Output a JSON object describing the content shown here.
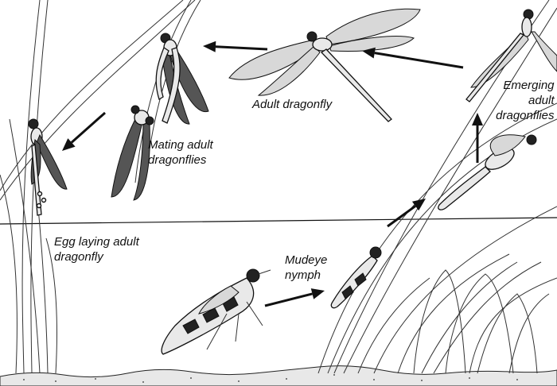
{
  "labels": {
    "adult_dragonfly": "Adult dragonfly",
    "mating_line1": "Mating adult",
    "mating_line2": "dragonflies",
    "egg_line1": "Egg laying adult",
    "egg_line2": "dragonfly",
    "nymph_line1": "Mudeye",
    "nymph_line2": "nymph",
    "emerging_line1": "Emerging",
    "emerging_line2": "adult",
    "emerging_line3": "dragonflies"
  }
}
